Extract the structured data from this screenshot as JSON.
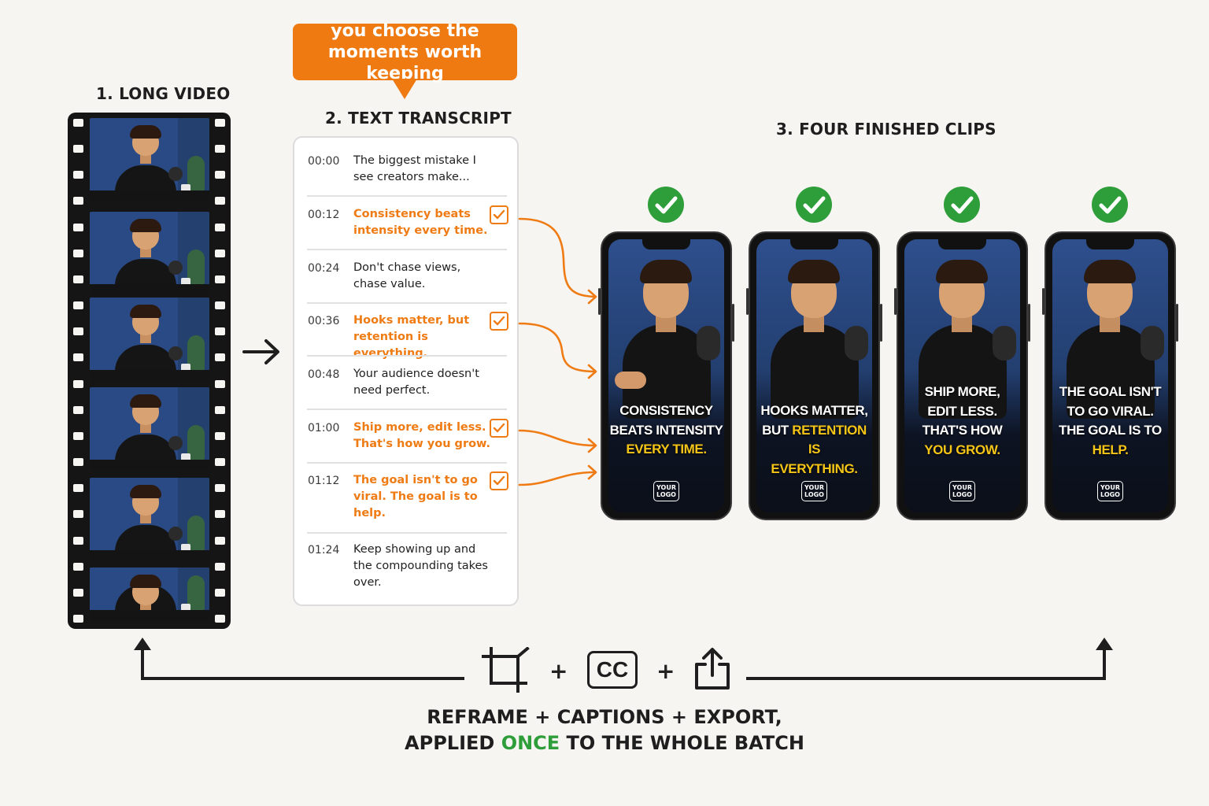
{
  "callout": {
    "text": "you choose the moments worth keeping"
  },
  "sections": {
    "long_video": "1. LONG VIDEO",
    "transcript": "2. TEXT TRANSCRIPT",
    "clips": "3. FOUR FINISHED CLIPS"
  },
  "transcript": [
    {
      "time": "00:00",
      "text": "The biggest mistake I see creators make...",
      "selected": false
    },
    {
      "time": "00:12",
      "text": "Consistency beats intensity every time.",
      "selected": true
    },
    {
      "time": "00:24",
      "text": "Don't chase views, chase value.",
      "selected": false
    },
    {
      "time": "00:36",
      "text": "Hooks matter, but retention is everything.",
      "selected": true
    },
    {
      "time": "00:48",
      "text": "Your audience doesn't need perfect.",
      "selected": false
    },
    {
      "time": "01:00",
      "text": "Ship more, edit less. That's how you grow.",
      "selected": true
    },
    {
      "time": "01:12",
      "text": "The goal isn't to go viral. The goal is to help.",
      "selected": true
    },
    {
      "time": "01:24",
      "text": "Keep showing up and the compounding takes over.",
      "selected": false
    }
  ],
  "clips": [
    {
      "lines": [
        "CONSISTENCY",
        "BEATS INTENSITY"
      ],
      "highlight": "EVERY TIME.",
      "logo": "YOUR LOGO"
    },
    {
      "line1": "HOOKS MATTER,",
      "pre": "BUT ",
      "hl1": "RETENTION IS",
      "hl2": "EVERYTHING.",
      "logo": "YOUR LOGO"
    },
    {
      "lines": [
        "SHIP MORE,",
        "EDIT LESS.",
        "THAT'S HOW"
      ],
      "highlight": "YOU GROW.",
      "logo": "YOUR LOGO"
    },
    {
      "lines": [
        "THE GOAL ISN'T",
        "TO GO VIRAL.",
        "THE GOAL IS TO"
      ],
      "highlight": "HELP.",
      "logo": "YOUR LOGO"
    }
  ],
  "tools": {
    "reframe_icon": "crop-icon",
    "captions_label": "CC",
    "export_icon": "share-export-icon",
    "plus": "+"
  },
  "bottom": {
    "line1": "REFRAME + CAPTIONS + EXPORT,",
    "line2_pre": "APPLIED ",
    "line2_once": "ONCE",
    "line2_post": " TO THE WHOLE BATCH"
  },
  "colors": {
    "accent": "#f07a12",
    "success": "#2e9e3a",
    "caption_highlight": "#f5c518"
  }
}
